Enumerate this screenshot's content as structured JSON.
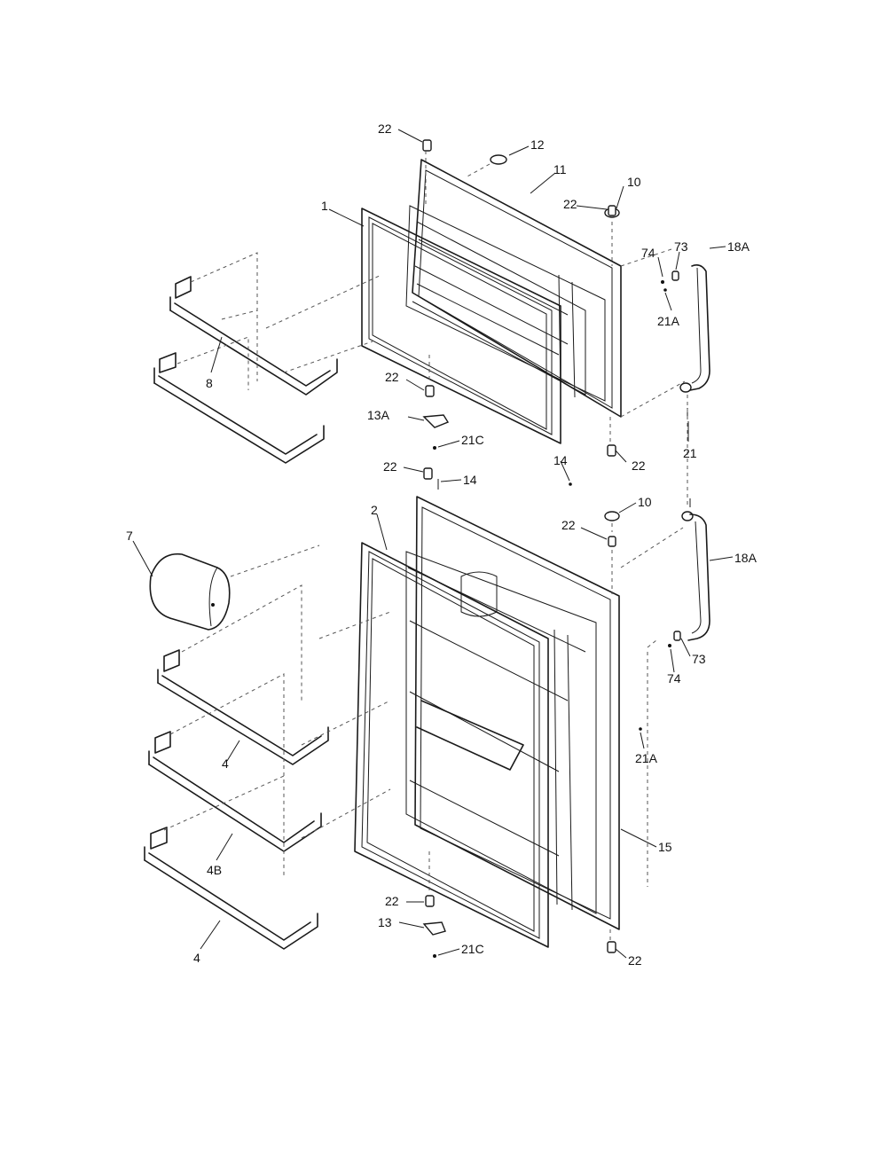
{
  "labels": {
    "l22a": "22",
    "l12": "12",
    "l11": "11",
    "l10a": "10",
    "l22b": "22",
    "l1": "1",
    "l74a": "74",
    "l73a": "73",
    "l21Aa": "21A",
    "l18Aa": "18A",
    "l8": "8",
    "l22c": "22",
    "l13A": "13A",
    "l21Ca": "21C",
    "l22d": "22",
    "l21": "21",
    "l14a": "14",
    "l22e": "22",
    "l14b": "14",
    "l2": "2",
    "l10b": "10",
    "l22f": "22",
    "l7": "7",
    "l18Ab": "18A",
    "l73b": "73",
    "l74b": "74",
    "l4a": "4",
    "l21Ab": "21A",
    "l4B": "4B",
    "l15": "15",
    "l22g": "22",
    "l13": "13",
    "l21Cb": "21C",
    "l22h": "22",
    "l4b": "4"
  }
}
